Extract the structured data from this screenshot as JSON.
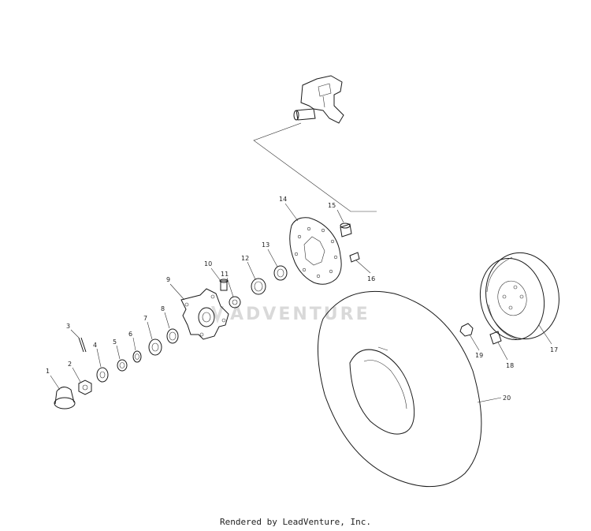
{
  "watermark": "ADVENTURE",
  "footer": "Rendered by LeadVenture, Inc.",
  "callouts": [
    "1",
    "2",
    "3",
    "4",
    "5",
    "6",
    "7",
    "8",
    "9",
    "10",
    "11",
    "12",
    "13",
    "14",
    "15",
    "16",
    "17",
    "18",
    "19",
    "20"
  ]
}
